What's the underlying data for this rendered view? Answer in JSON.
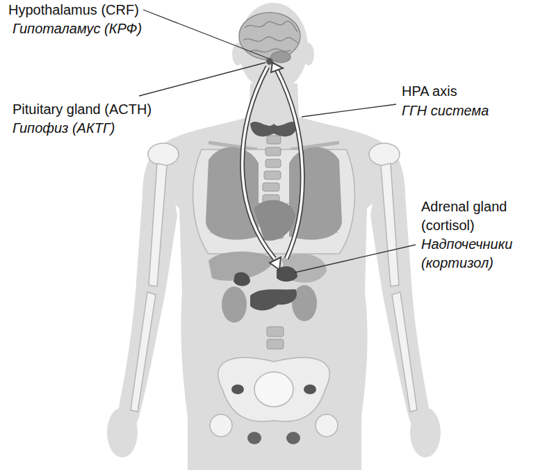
{
  "diagram": {
    "labels": [
      "Hypothalamus (CRF)",
      "Гипоталамус (КРФ)",
      "Pituitary gland (ACTH)",
      "Гипофиз (АКТГ)",
      "HPA axis",
      "ГГН система",
      "Adrenal gland (cortisol)",
      "Надпочечники (кортизол)"
    ]
  }
}
